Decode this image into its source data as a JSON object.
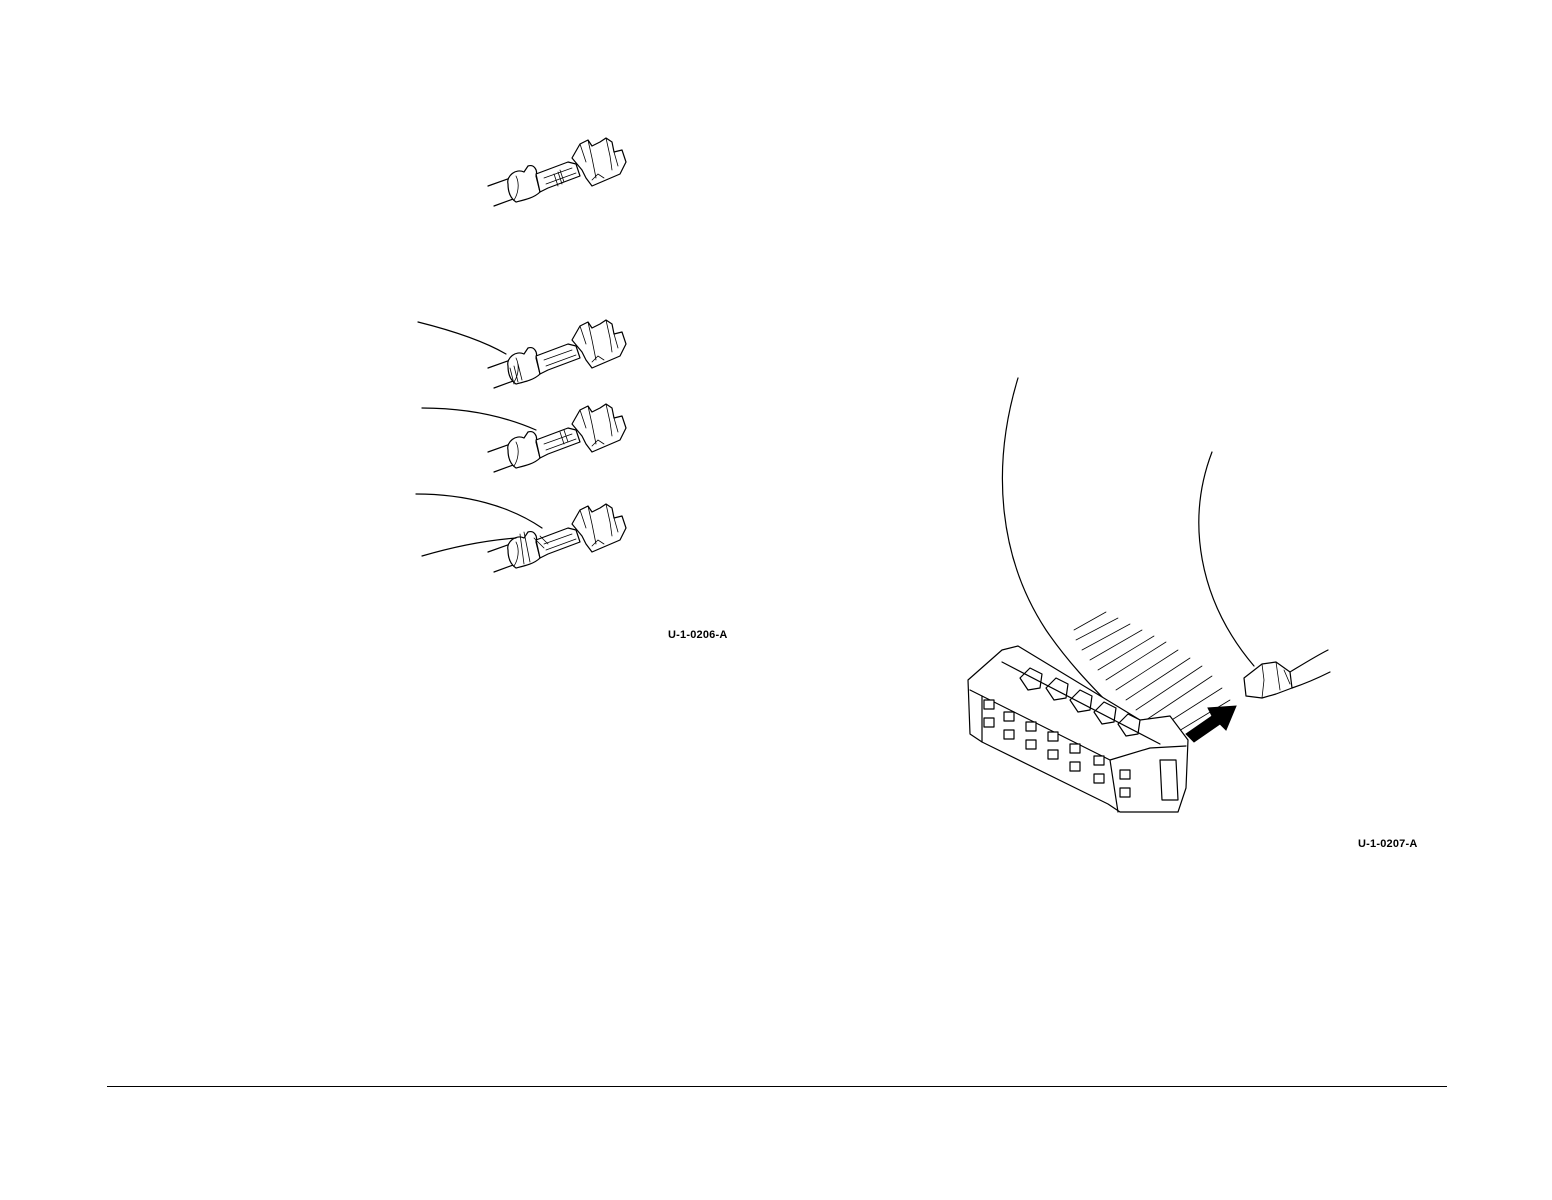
{
  "figures": [
    {
      "id_label": "U-1-0206-A",
      "subject": "crimp terminal stages"
    },
    {
      "id_label": "U-1-0207-A",
      "subject": "connector housing with terminal insertion"
    }
  ],
  "icons": {
    "insert_arrow": "arrow-right-icon"
  }
}
